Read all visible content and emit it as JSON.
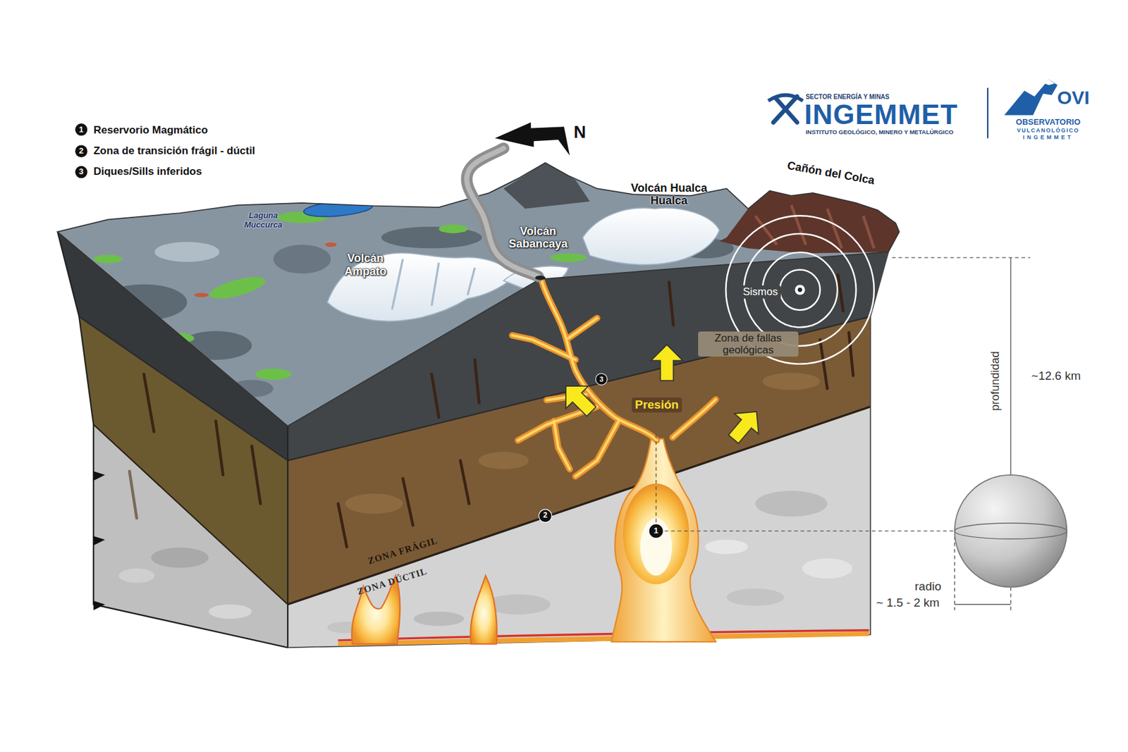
{
  "diagram": {
    "nodes": [
      {
        "text": [
          "Sismos"
        ]
      }
    ],
    "labels": [
      "1",
      "2",
      "3",
      "N",
      "SECTOR ENERGÍA Y MINAS",
      "INGEMMET",
      "INSTITUTO GEOLÓGICO, MINERO Y METALÚRGICO",
      "OVI",
      "OBSERVATORIO",
      "VULCANOLÓGICO",
      "INGEMMET",
      "Laguna Muccurca",
      "Volcán Ampato",
      "Volcán Sabancaya",
      "Volcán Hualca Hualca",
      "Cañón del Colca",
      "Zona de fallas geológicas",
      "Presión",
      "3",
      "2",
      "1",
      "ZONA FRÁGIL",
      "ZONA DÚCTIL",
      "profundidad",
      "~12.6 km",
      "radio",
      "~ 1.5 - 2 km"
    ],
    "legend": [
      {
        "text": "Reservorio Magmático"
      },
      {
        "text": "Zona de transición frágil - dúctil"
      },
      {
        "text": "Diques/Sills inferidos"
      }
    ]
  }
}
